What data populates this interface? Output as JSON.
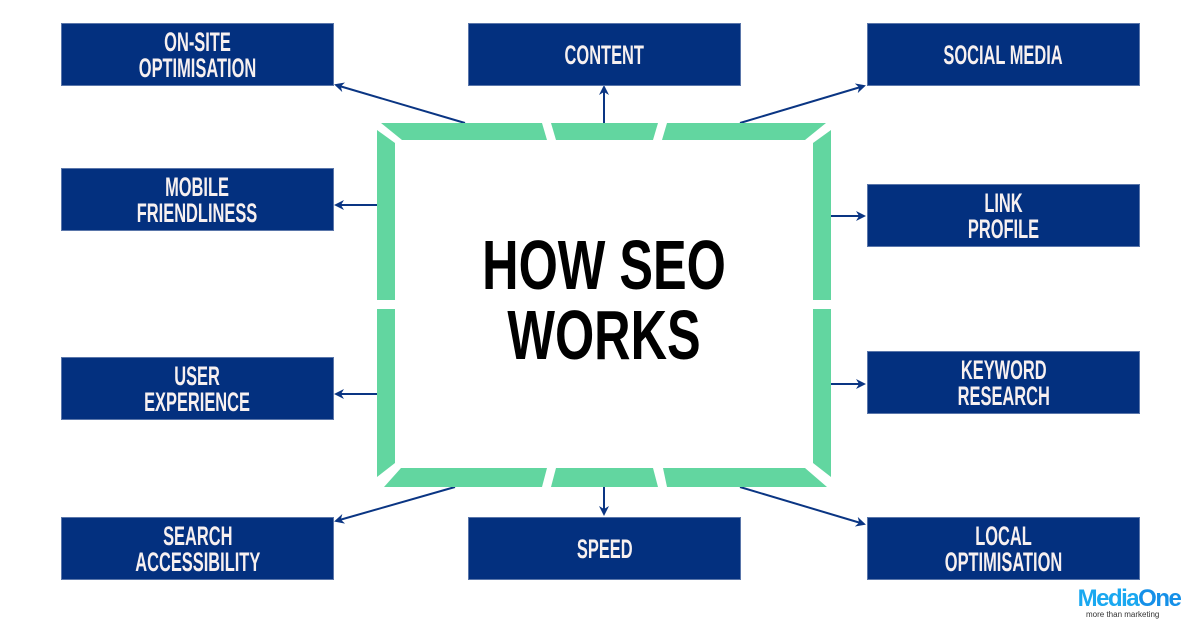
{
  "diagram": {
    "title_lines": [
      "HOW SEO",
      "WORKS"
    ],
    "colors": {
      "box_fill": "#03307f",
      "box_text": "#f7f0f0",
      "frame": "#62d6a0",
      "arrow": "#0a3583",
      "title": "#000000"
    },
    "nodes": {
      "onsite": [
        "ON-SITE",
        "OPTIMISATION"
      ],
      "content": [
        "CONTENT"
      ],
      "social": [
        "SOCIAL MEDIA"
      ],
      "mobile": [
        "MOBILE",
        "FRIENDLINESS"
      ],
      "link": [
        "LINK",
        "PROFILE"
      ],
      "ux": [
        "USER",
        "EXPERIENCE"
      ],
      "keyword": [
        "KEYWORD",
        "RESEARCH"
      ],
      "search": [
        "SEARCH",
        "ACCESSIBILITY"
      ],
      "speed": [
        "SPEED"
      ],
      "local": [
        "LOCAL",
        "OPTIMISATION"
      ]
    }
  },
  "logo": {
    "name_part1": "Media",
    "name_part2": "One",
    "tagline": "more than marketing"
  }
}
